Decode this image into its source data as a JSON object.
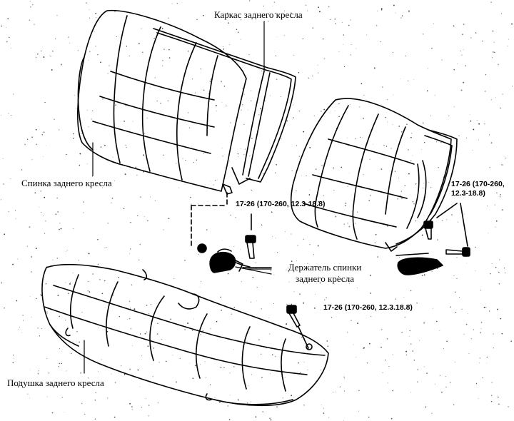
{
  "labels": {
    "frame": "Каркас заднего кресла",
    "back": "Спинка заднего кресла",
    "holder_line1": "Держатель спинки",
    "holder_line2": "заднего кресла",
    "cushion": "Подушка заднего кресла"
  },
  "torques": {
    "left_back": "17-26 (170-260, 12.3-18.8)",
    "right_line1": "17-26 (170-260,",
    "right_line2": "12.3-18.8)",
    "cushion": "17-26 (170-260, 12.3.18.8)"
  },
  "colors": {
    "ink": "#000000",
    "paper": "#ffffff"
  }
}
